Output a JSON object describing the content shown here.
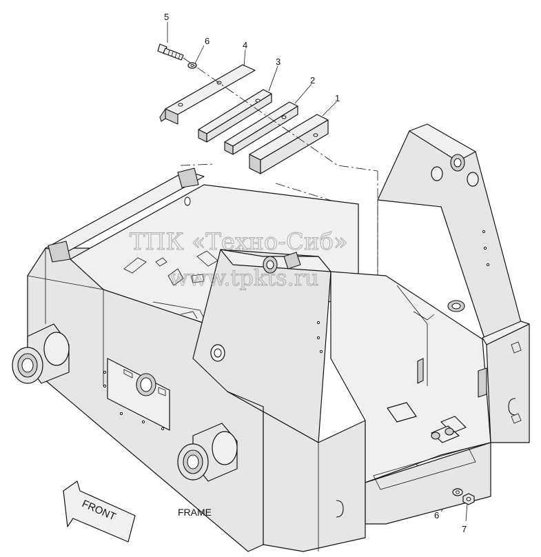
{
  "diagram": {
    "frame_label": "FRAME",
    "front_label": "FRONT",
    "callouts": [
      {
        "id": "c5",
        "text": "5"
      },
      {
        "id": "c6a",
        "text": "6"
      },
      {
        "id": "c4",
        "text": "4"
      },
      {
        "id": "c3",
        "text": "3"
      },
      {
        "id": "c2",
        "text": "2"
      },
      {
        "id": "c1",
        "text": "1"
      },
      {
        "id": "c6b",
        "text": "6"
      },
      {
        "id": "c7",
        "text": "7"
      }
    ],
    "watermark": {
      "line1": "ТПК «Техно-Сиб»",
      "line2": "www.tpkts.ru"
    }
  }
}
